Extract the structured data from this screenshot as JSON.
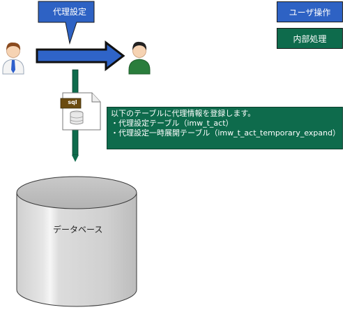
{
  "callout": {
    "label": "代理設定"
  },
  "legend": {
    "user_op": "ユーザ操作",
    "internal": "内部処理"
  },
  "sql_icon": {
    "label": "sql"
  },
  "info": {
    "line1": "以下のテーブルに代理情報を登録します。",
    "line2": "・代理設定テーブル（imw_t_act）",
    "line3": "・代理設定一時展開テーブル（imw_t_act_temporary_expand）"
  },
  "database": {
    "label": "データベース"
  },
  "colors": {
    "user_blue": "#2e62c4",
    "internal_green": "#0e6b4c",
    "arrow_fill": "#2f64c8"
  },
  "icons": [
    "person-icon",
    "person-icon",
    "sql-file-icon",
    "database-icon"
  ]
}
